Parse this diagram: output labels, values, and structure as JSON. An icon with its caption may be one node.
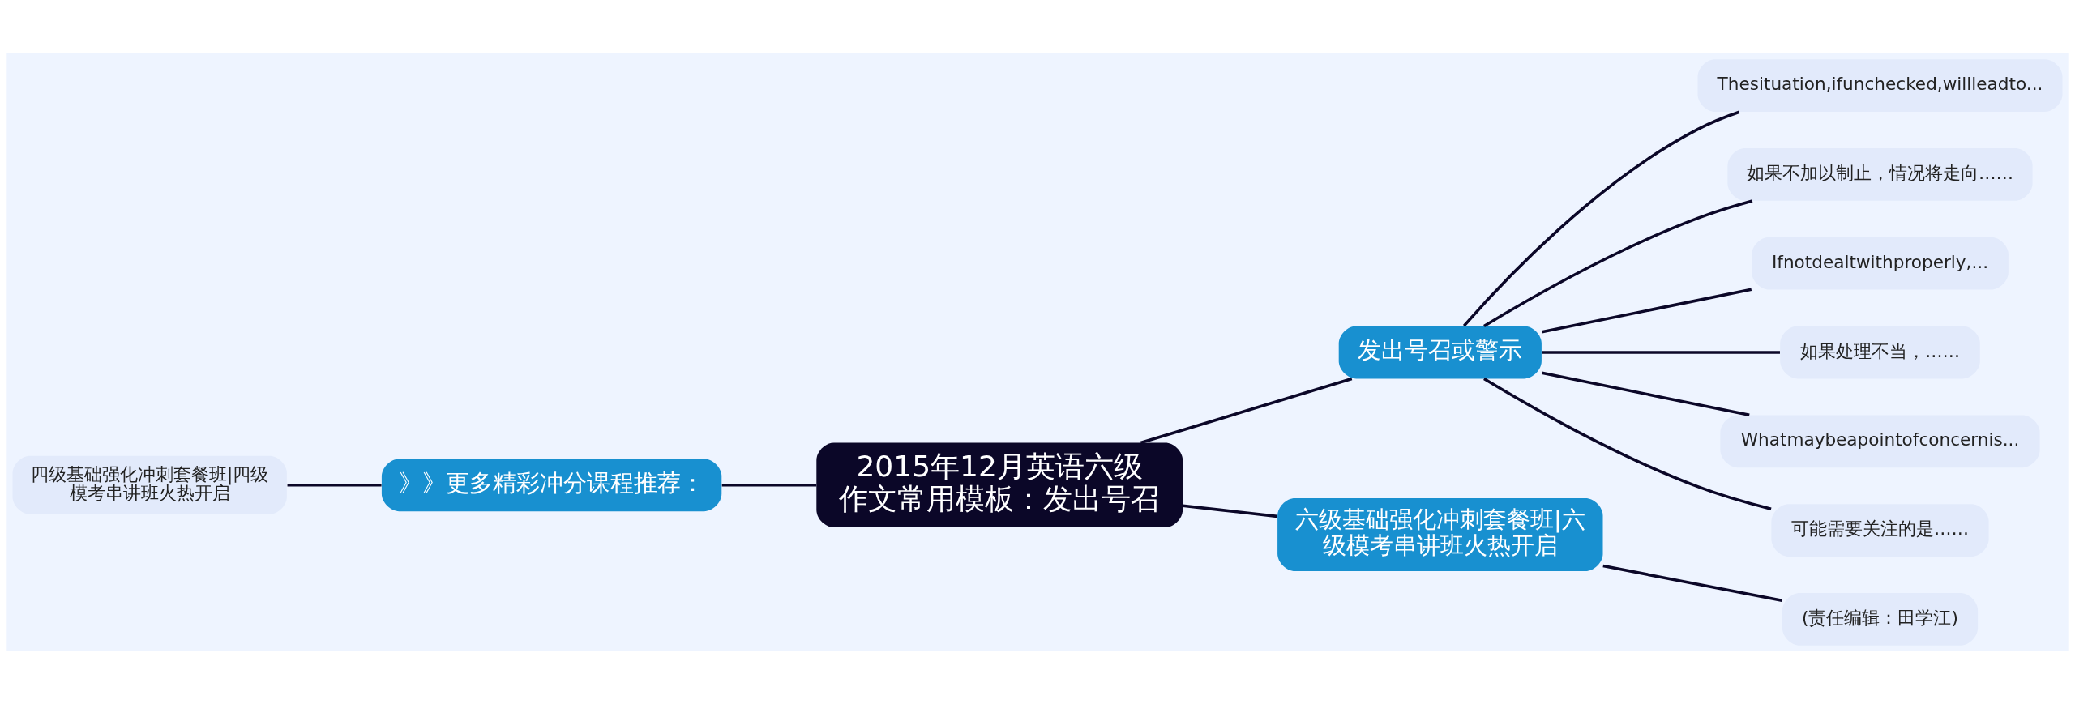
{
  "diagram": {
    "nodes": [
      {
        "text": [
          "2015年12月英语六级作文常用模板：发出号召"
        ]
      },
      {
        "text": [
          "发出号召或警示"
        ]
      },
      {
        "text": [
          "Thesituation,ifunchecked,willleadto..."
        ]
      },
      {
        "text": [
          "如果不加以制止，情况将走向……"
        ]
      },
      {
        "text": [
          "Ifnotdealtwithproperly,..."
        ]
      },
      {
        "text": [
          "如果处理不当，……"
        ]
      },
      {
        "text": [
          "Whatmaybeapointofconcernis..."
        ]
      },
      {
        "text": [
          "可能需要关注的是……"
        ]
      },
      {
        "text": [
          "六级基础强化冲刺套餐班|六级模考串讲班火热开启"
        ]
      },
      {
        "text": [
          "(责任编辑：田学江)"
        ]
      },
      {
        "text": [
          "》》更多精彩冲分课程推荐："
        ]
      },
      {
        "text": [
          "四级基础强化冲刺套餐班|四级模考串讲班火热开启"
        ]
      }
    ],
    "edges": [
      {
        "from": 0,
        "to": 1,
        "arrow": "none"
      },
      {
        "from": 1,
        "to": 2,
        "arrow": "none"
      },
      {
        "from": 1,
        "to": 3,
        "arrow": "none"
      },
      {
        "from": 1,
        "to": 4,
        "arrow": "none"
      },
      {
        "from": 1,
        "to": 5,
        "arrow": "none"
      },
      {
        "from": 1,
        "to": 6,
        "arrow": "none"
      },
      {
        "from": 1,
        "to": 7,
        "arrow": "none"
      },
      {
        "from": 0,
        "to": 8,
        "arrow": "none"
      },
      {
        "from": 8,
        "to": 9,
        "arrow": "none"
      },
      {
        "from": 0,
        "to": 10,
        "arrow": "none"
      },
      {
        "from": 10,
        "to": 11,
        "arrow": "none"
      }
    ]
  }
}
